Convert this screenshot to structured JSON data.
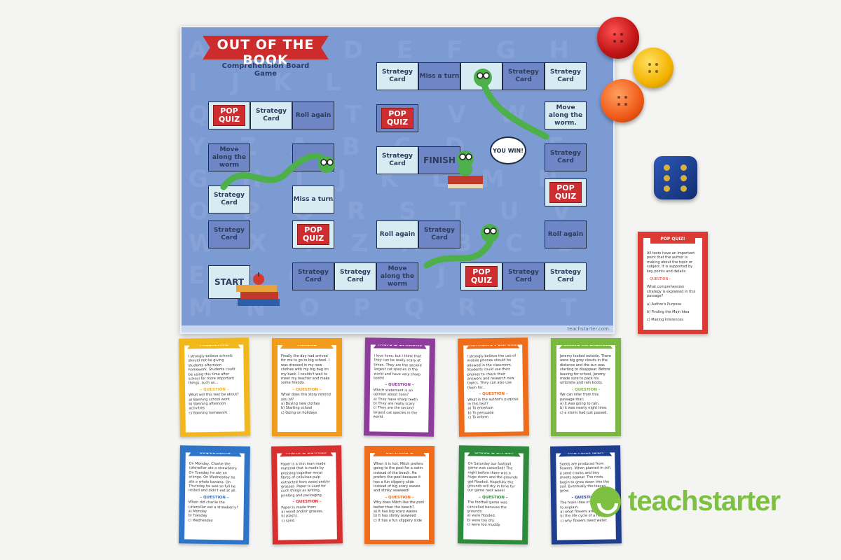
{
  "board": {
    "title": "OUT OF THE BOOK",
    "subtitle": "Comprehension Board Game",
    "brand": "teachstarter.com",
    "speech": "YOU WIN!",
    "pop_quiz": "POP QUIZ",
    "squares": {
      "a": "Strategy Card",
      "b": "Roll again",
      "c": "Move along the worm",
      "d": "Strategy Card",
      "e": "Strategy Card",
      "f": "START",
      "g": "Miss a turn",
      "h": "Strategy Card",
      "i": "Strategy Card",
      "j": "Move along the worm",
      "k": "Roll again",
      "l": "Strategy Card",
      "m": "Strategy Card",
      "n": "Strategy Card",
      "o": "Strategy Card",
      "p": "FINISH",
      "q": "Strategy Card",
      "r": "Miss a turn",
      "s": "Strategy Card",
      "t": "Move along the worm.",
      "u": "Strategy Card",
      "v": "Roll again",
      "w": "Strategy Card"
    }
  },
  "pop_card": {
    "title": "POP QUIZ!",
    "passage": "All texts have an important point that the author is making about the topic or subject. It is supported by key points and details.",
    "question_label": "– QUESTION –",
    "question": "What comprehension strategy is explained in this passage?",
    "options": [
      "a) Author's Purpose",
      "b) Finding the Main Idea",
      "c) Making Inferences"
    ]
  },
  "cards": [
    {
      "title": "PREDICTING",
      "color": "#f2b71b",
      "passage": "I strongly believe schools should not be giving students afternoon homework. Students could be using this time after school for more important things, such as...",
      "question_label": "– QUESTION –",
      "question": "What will this text be about?",
      "options": [
        "a) Banning school work",
        "b) Banning afternoon activities",
        "c) Banning homework"
      ]
    },
    {
      "title": "MAKING CONNECTIONS",
      "color": "#f29c1d",
      "passage": "Finally the day had arrived for me to go to big school. I was dressed in my new clothes with my big bag on my back. I couldn't wait to meet my teacher and make some friends.",
      "question_label": "– QUESTION –",
      "question": "What does this story remind you of?",
      "options": [
        "a) Buying new clothes",
        "b) Starting school",
        "c) Going on holidays"
      ]
    },
    {
      "title": "FACTS & OPINIONS",
      "color": "#8e3d9c",
      "passage": "I love lions, but I think that they can be really scary at times. They are the second largest cat species in the world and have very sharp teeth!",
      "question_label": "– QUESTION –",
      "question": "Which statement is an opinion about lions?",
      "options": [
        "a) They have sharp teeth",
        "b) They are really scary",
        "c) They are the second largest cat species in the world"
      ]
    },
    {
      "title": "AUTHOR'S PURPOSE",
      "color": "#ef6c1b",
      "passage": "I strongly believe the use of mobile phones should be allowed in the classroom. Students could use their phones to check their answers and research new topics. They can also use them for...",
      "question_label": "– QUESTION –",
      "question": "What is the author's purpose in this text?",
      "options": [
        "a) To entertain",
        "b) To persuade",
        "c) To inform"
      ]
    },
    {
      "title": "MAKING INFERENCES",
      "color": "#7ab842",
      "passage": "Jeremy looked outside. There were big grey clouds in the distance and the sun was starting to disappear. Before leaving for school, Jeremy made sure to pack his umbrella and rain boots.",
      "question_label": "– QUESTION –",
      "question": "We can infer from this passage that:",
      "options": [
        "a) it was going to rain.",
        "b) it was nearly night time.",
        "c) a storm had just passed."
      ]
    },
    {
      "title": "SEQUENCING",
      "color": "#2e74c8",
      "passage": "On Monday, Charlie the caterpillar ate a strawberry. On Tuesday he ate an orange. On Wednesday he ate a whole banana. On Thursday he was so full he rested and didn't eat at all.",
      "question_label": "– QUESTION –",
      "question": "When did charlie the caterpillar eat a strawberry?",
      "options": [
        "a) Monday",
        "b) Tuesday",
        "c) Wednesday"
      ]
    },
    {
      "title": "FACTS & DETAILS",
      "color": "#d8302e",
      "passage": "Paper is a thin man made material that is made by pressing together moist fibres of cellulose pulp extracted from wood and/or grasses. Paper is used for such things as writing, printing and packaging.",
      "question_label": "– QUESTION –",
      "question": "Paper is made from:",
      "options": [
        "a) wood and/or grasses.",
        "b) plastic.",
        "c) sand."
      ]
    },
    {
      "title": "COMPARE & CONTRAST",
      "color": "#ef6c1b",
      "passage": "When it is hot, Mitch prefers going to the pool for a swim instead of the beach. He prefers the pool because it has a fun slippery slide instead of big scary waves and stinky seaweed!",
      "question_label": "– QUESTION –",
      "question": "Why does Mitch like the pool better than the beach?",
      "options": [
        "a) It has big scary waves",
        "b) It has stinky seaweed",
        "c) It has a fun slippery slide"
      ]
    },
    {
      "title": "CAUSE & EFFECT",
      "color": "#2e8a3c",
      "passage": "On Saturday our football game was cancelled! The night before there was a huge storm and the grounds got flooded. Hopefully the grounds will dry in time for our game next week!",
      "question_label": "– QUESTION –",
      "question": "The football game was cancelled because the grounds:",
      "options": [
        "a) were flooded.",
        "b) were too dry.",
        "c) were too muddy."
      ]
    },
    {
      "title": "THE MAIN IDEA",
      "color": "#1f3e8f",
      "passage": "Seeds are produced from flowers. When planted in soil, a seed cracks and tiny shoots appear. The roots begin to grow down into the soil. Eventually the leaves grow.",
      "question_label": "– QUESTION –",
      "question": "The main idea of this text is to explain:",
      "options": [
        "a) what flowers are.",
        "b) the life cycle of a flower.",
        "c) why flowers need water."
      ]
    }
  ],
  "watermark": "teachstarter"
}
